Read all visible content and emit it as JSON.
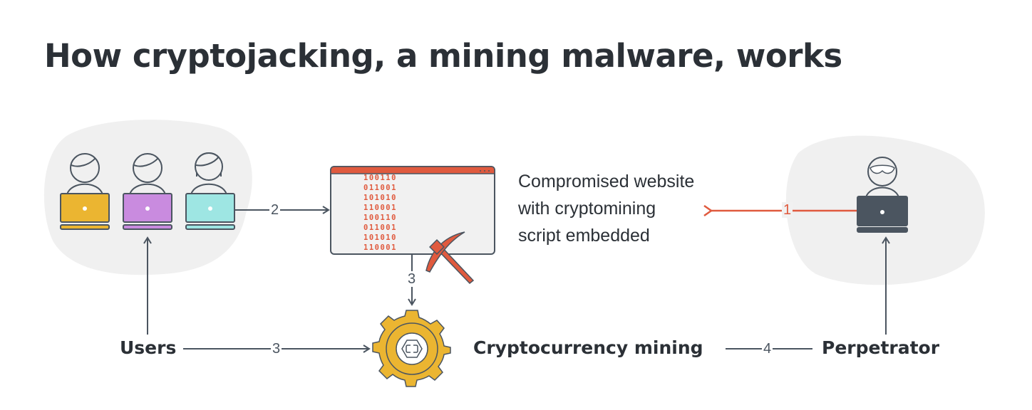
{
  "title": "How cryptojacking, a mining malware, works",
  "website": {
    "description_lines": [
      "Compromised website",
      "with cryptomining",
      "script embedded"
    ],
    "binary_lines": [
      "100110",
      "011001",
      "101010",
      "110001",
      "100110",
      "011001",
      "101010",
      "110001"
    ]
  },
  "nodes": {
    "users": "Users",
    "mining": "Cryptocurrency mining",
    "perpetrator": "Perpetrator"
  },
  "steps": {
    "step1": "1",
    "step2": "2",
    "step3_website": "3",
    "step3_users": "3",
    "step4": "4"
  },
  "colors": {
    "text": "#2b3036",
    "line": "#4b5560",
    "accent_red": "#e05a3e",
    "laptop_yellow": "#ebb531",
    "laptop_purple": "#c98bdf",
    "laptop_teal": "#9ee6e3",
    "laptop_dark": "#4b5560",
    "gear_yellow": "#ebb531",
    "blob": "#f0f0f0"
  },
  "icons": {
    "users": [
      "user-male-icon",
      "user-male-icon",
      "user-female-icon"
    ],
    "laptops": [
      "laptop-icon",
      "laptop-icon",
      "laptop-icon"
    ],
    "website": "browser-window-icon",
    "pickaxe": "pickaxe-icon",
    "gear": "gear-icon",
    "perpetrator": "masked-hacker-icon"
  }
}
